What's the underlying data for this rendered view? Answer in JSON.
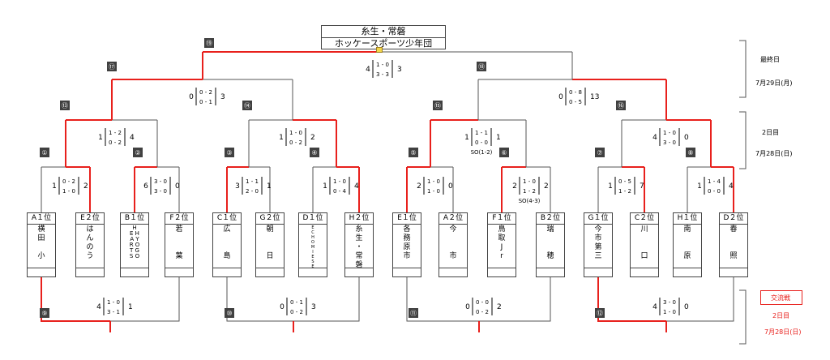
{
  "champion": {
    "line1": "糸生・常磐",
    "line2": "ホッケースポーツ少年団"
  },
  "colors": {
    "win": "#e8201c",
    "line": "#555555",
    "badge": "#404040"
  },
  "badges": [
    "①",
    "②",
    "③",
    "④",
    "⑤",
    "⑥",
    "⑦",
    "⑧",
    "⑨",
    "⑩",
    "⑪",
    "⑫",
    "⑬",
    "⑭",
    "⑮",
    "⑯",
    "⑰",
    "⑱",
    "⑲"
  ],
  "teams": [
    {
      "rank": "A１位",
      "name": "横\n田\n\n小"
    },
    {
      "rank": "E２位",
      "name": "は\nん\nの\nう"
    },
    {
      "rank": "B１位",
      "name": "H　\nE H\nA Y\nR O\nT G\nS O",
      "narrow": true
    },
    {
      "rank": "F２位",
      "name": "若\n\n\n葉"
    },
    {
      "rank": "C１位",
      "name": "広\n\n\n島"
    },
    {
      "rank": "G２位",
      "name": "朝\n\n\n日"
    },
    {
      "rank": "D１位",
      "name": "E\nC\nH\nO\nM\nI\nE\nS\nE\nh\nn",
      "tiny": true
    },
    {
      "rank": "H２位",
      "name": "糸\n生\n・\n常\n磐"
    },
    {
      "rank": "E１位",
      "name": "各\n務\n原\n市"
    },
    {
      "rank": "A２位",
      "name": "今\n\n\n市"
    },
    {
      "rank": "F１位",
      "name": "鳥\n取\nJ\nr"
    },
    {
      "rank": "B２位",
      "name": "瑞\n\n\n穂"
    },
    {
      "rank": "G１位",
      "name": "今\n市\n第\n三"
    },
    {
      "rank": "C２位",
      "name": "川\n\n\n口"
    },
    {
      "rank": "H１位",
      "name": "南\n\n\n原"
    },
    {
      "rank": "D２位",
      "name": "春\n\n\n照"
    }
  ],
  "matches": [
    {
      "left": "1",
      "h1": "0 - 2",
      "h2": "1 - 0",
      "right": "2"
    },
    {
      "left": "6",
      "h1": "3 - 0",
      "h2": "3 - 0",
      "right": "0"
    },
    {
      "left": "3",
      "h1": "1 - 1",
      "h2": "2 - 0",
      "right": "1"
    },
    {
      "left": "1",
      "h1": "1 - 0",
      "h2": "0 - 4",
      "right": "4"
    },
    {
      "left": "2",
      "h1": "1 - 0",
      "h2": "1 - 0",
      "right": "0"
    },
    {
      "left": "2",
      "h1": "1 - 0",
      "h2": "1 - 2",
      "right": "2",
      "so": "SO(4-3)"
    },
    {
      "left": "1",
      "h1": "0 - 5",
      "h2": "1 - 2",
      "right": "7"
    },
    {
      "left": "1",
      "h1": "1 - 4",
      "h2": "0 - 0",
      "right": "4"
    },
    {
      "left": "4",
      "h1": "1 - 0",
      "h2": "3 - 1",
      "right": "1"
    },
    {
      "left": "0",
      "h1": "0 - 1",
      "h2": "0 - 2",
      "right": "3"
    },
    {
      "left": "0",
      "h1": "0 - 0",
      "h2": "0 - 2",
      "right": "2"
    },
    {
      "left": "4",
      "h1": "3 - 0",
      "h2": "1 - 0",
      "right": "0"
    },
    {
      "left": "1",
      "h1": "1 - 2",
      "h2": "0 - 2",
      "right": "4"
    },
    {
      "left": "1",
      "h1": "1 - 0",
      "h2": "0 - 2",
      "right": "2"
    },
    {
      "left": "1",
      "h1": "1 - 1",
      "h2": "0 - 0",
      "right": "1",
      "so": "SO(1-2)"
    },
    {
      "left": "4",
      "h1": "1 - 0",
      "h2": "3 - 0",
      "right": "0"
    },
    {
      "left": "0",
      "h1": "0 - 2",
      "h2": "0 - 1",
      "right": "3"
    },
    {
      "left": "0",
      "h1": "0 - 8",
      "h2": "0 - 5",
      "right": "13"
    },
    {
      "left": "4",
      "h1": "1 - 0",
      "h2": "3 - 3",
      "right": "3"
    }
  ],
  "days": {
    "final": {
      "label": "最終日",
      "date": "7月29日(月)"
    },
    "day2": {
      "label": "2日目",
      "date": "7月28日(日)"
    },
    "exchange": {
      "label": "交流戦",
      "day": "2日目",
      "date": "7月28日(日)"
    }
  }
}
